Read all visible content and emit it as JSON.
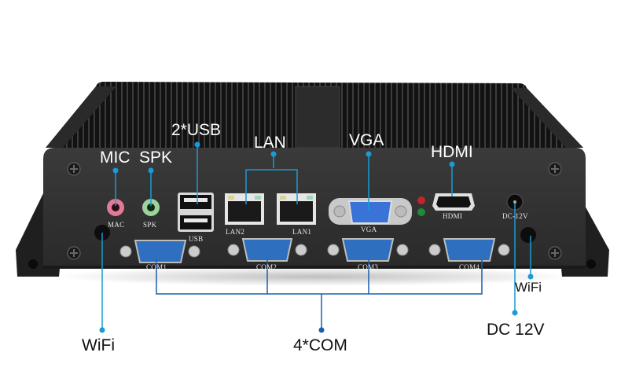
{
  "image": {
    "subject": "Fanless mini PC rear I/O panel with labeled ports",
    "colors": {
      "background": "#ffffff",
      "chassis": "#2b2b2b",
      "panel": "#333333",
      "callout_line": "#1a9ad6",
      "callout_line_com": "#1a5fb0",
      "vga_connector": "#3a73d8",
      "com_connector": "#2f6fc0",
      "mic_jack": "#e07a96",
      "spk_jack": "#9bd39b",
      "led_red": "#c0262a",
      "led_green": "#1f8a3a"
    }
  },
  "callouts": {
    "mic": "MIC",
    "spk": "SPK",
    "usb": "2*USB",
    "lan": "LAN",
    "vga": "VGA",
    "hdmi": "HDMI",
    "wifi_left": "WiFi",
    "wifi_right": "WiFi",
    "com": "4*COM",
    "dc": "DC 12V"
  },
  "silkscreen": {
    "mic": "MAC",
    "spk": "SPK",
    "usb": "USB",
    "lan2": "LAN2",
    "lan1": "LAN1",
    "vga": "VGA",
    "hdmi": "HDMI",
    "dc": "DC-12V",
    "com1": "COM1",
    "com2": "COM2",
    "com3": "COM3",
    "com4": "COM4"
  }
}
